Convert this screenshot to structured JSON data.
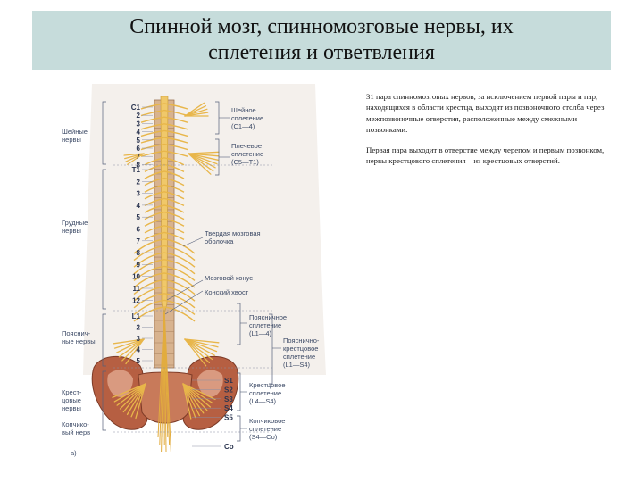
{
  "title": {
    "line1": "Спинной мозг, спинномозговые нервы, их",
    "line2": "сплетения и ответвления"
  },
  "figure": {
    "left_labels": [
      {
        "text": [
          "Шейные",
          "нервы"
        ]
      },
      {
        "text": [
          "Грудные",
          "нервы"
        ]
      },
      {
        "text": [
          "Пояснич-",
          "ные нервы"
        ]
      },
      {
        "text": [
          "Крест-",
          "цовые",
          "нервы"
        ]
      },
      {
        "text": [
          "Копчико-",
          "вый нерв"
        ]
      }
    ],
    "right_labels": [
      {
        "text": [
          "Шейное",
          "сплетение",
          "(C1—4)"
        ]
      },
      {
        "text": [
          "Плечевое",
          "сплетение",
          "(C5—T1)"
        ]
      },
      {
        "text": [
          "Твердая мозговая",
          "оболочка"
        ]
      },
      {
        "text": [
          "Мозговой конус"
        ]
      },
      {
        "text": [
          "Конский хвост"
        ]
      },
      {
        "text": [
          "Поясничное",
          "сплетение",
          "(L1—4)"
        ]
      },
      {
        "text": [
          "Пояснично-",
          "крестцовое",
          "сплетение",
          "(L1—S4)"
        ]
      },
      {
        "text": [
          "Крестцовое",
          "сплетение",
          "(L4—S4)"
        ]
      },
      {
        "text": [
          "Копчиковое",
          "сплетение",
          "(S4—Co)"
        ]
      }
    ],
    "cervical_numbers": [
      "C1",
      "2",
      "3",
      "4",
      "5",
      "6",
      "7",
      "8"
    ],
    "thoracic_numbers": [
      "T1",
      "2",
      "3",
      "4",
      "5",
      "6",
      "7",
      "8",
      "9",
      "10",
      "11",
      "12"
    ],
    "lumbar_numbers": [
      "L1",
      "2",
      "3",
      "4",
      "5"
    ],
    "sacral_numbers": [
      "S1",
      "S2",
      "S3",
      "S4",
      "S5",
      "Co"
    ],
    "caption": "а)"
  },
  "body": {
    "paragraph1": "31 пара спинномозговых нервов, за исключением первой пары и пар, находящихся в области крестца, выходят из позвоночного столба через межпозвоночные отверстия, расположенные между смежными позвонками.",
    "paragraph2": "Первая пара выходит в отверстие между черепом и первым позвонком, нервы крестцового сплетения – из крестцовых отверстий."
  }
}
